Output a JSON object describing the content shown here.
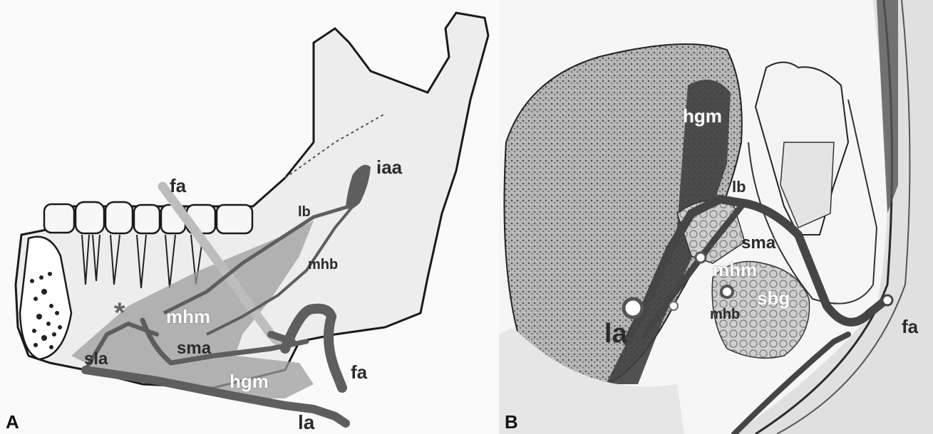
{
  "panel_a": {
    "letter": "A",
    "labels": {
      "fa_top": "fa",
      "iaa": "iaa",
      "lb": "lb",
      "mhb": "mhb",
      "mhm": "mhm",
      "sma": "sma",
      "sla": "sla",
      "hgm": "hgm",
      "fa_bottom": "fa",
      "la": "la",
      "asterisk": "*"
    }
  },
  "panel_b": {
    "letter": "B",
    "labels": {
      "hgm": "hgm",
      "lb": "lb",
      "sma": "sma",
      "mhm": "mhm",
      "sbg": "sbg",
      "mhb": "mhb",
      "la": "la",
      "fa": "fa"
    }
  },
  "colors": {
    "vessel": "#5e5e5e",
    "vessel_light": "#bdbdbd",
    "bone": "#ededed",
    "outline": "#1a1a1a",
    "tissue": "#9c9c9c"
  }
}
